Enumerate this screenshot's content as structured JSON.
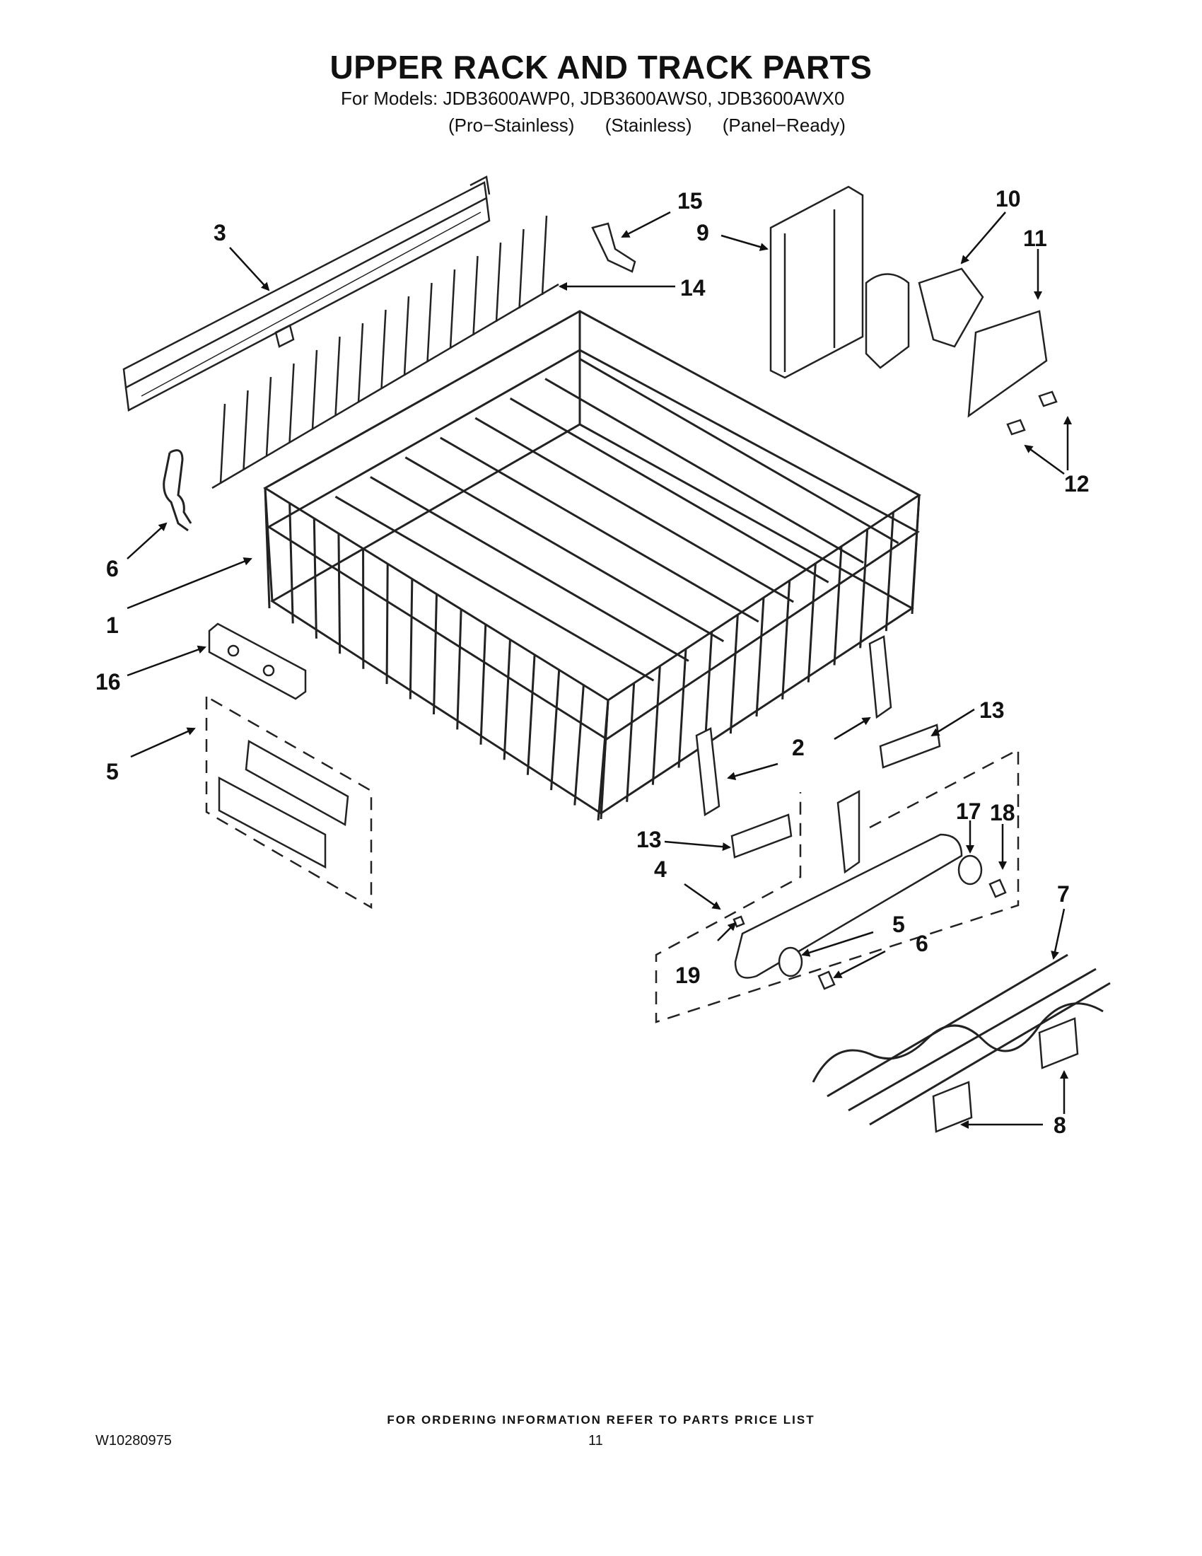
{
  "header": {
    "title": "UPPER RACK AND TRACK PARTS",
    "models_line": "For Models: JDB3600AWP0, JDB3600AWS0, JDB3600AWX0",
    "finishes": [
      "(Pro−Stainless)",
      "(Stainless)",
      "(Panel−Ready)"
    ]
  },
  "callouts": [
    "1",
    "2",
    "3",
    "4",
    "5",
    "6",
    "7",
    "8",
    "9",
    "10",
    "11",
    "12",
    "13",
    "14",
    "15",
    "16",
    "17",
    "18",
    "19"
  ],
  "extra_callouts": [
    "5",
    "6",
    "13"
  ],
  "footer": {
    "ordering_note": "FOR ORDERING INFORMATION REFER TO PARTS PRICE LIST",
    "document_number": "W10280975",
    "page_number": "11"
  }
}
